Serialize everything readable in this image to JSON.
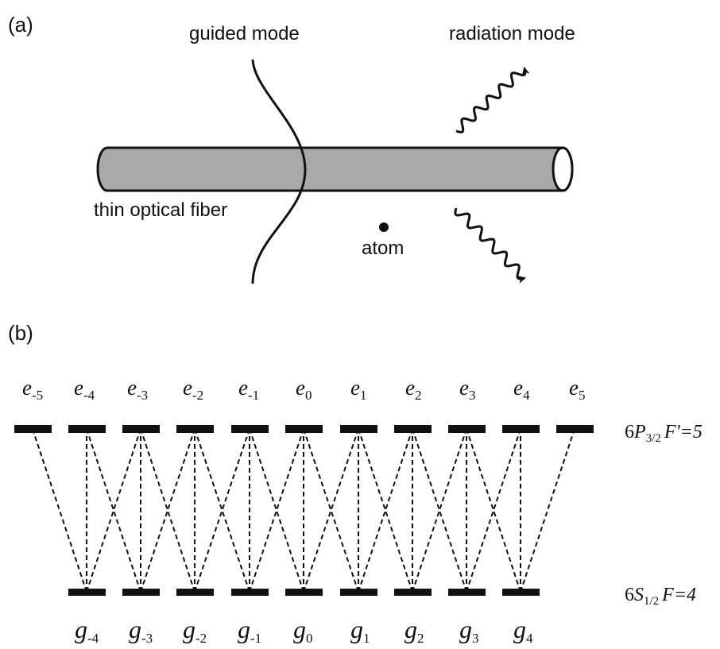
{
  "panel_a": {
    "label": "(a)",
    "guided_mode_label": "guided mode",
    "radiation_mode_label": "radiation mode",
    "fiber_label": "thin optical fiber",
    "atom_label": "atom",
    "colors": {
      "fiber_fill": "#a9a9a9",
      "stroke": "#111111"
    }
  },
  "panel_b": {
    "label": "(b)",
    "excited": {
      "name": "e",
      "subscripts": [
        "-5",
        "-4",
        "-3",
        "-2",
        "-1",
        "0",
        "1",
        "2",
        "3",
        "4",
        "5"
      ]
    },
    "ground": {
      "name": "g",
      "subscripts": [
        "-4",
        "-3",
        "-2",
        "-1",
        "0",
        "1",
        "2",
        "3",
        "4"
      ]
    },
    "excited_state": {
      "main": "6",
      "letter": "P",
      "sub": "3/2",
      "quantum": "F'=5"
    },
    "ground_state": {
      "main": "6",
      "letter": "S",
      "sub": "1/2",
      "quantum": "F=4"
    },
    "transitions": "sigma-minus, pi, sigma-plus couplings between g_m and e_(m-1), e_m, e_(m+1)"
  }
}
